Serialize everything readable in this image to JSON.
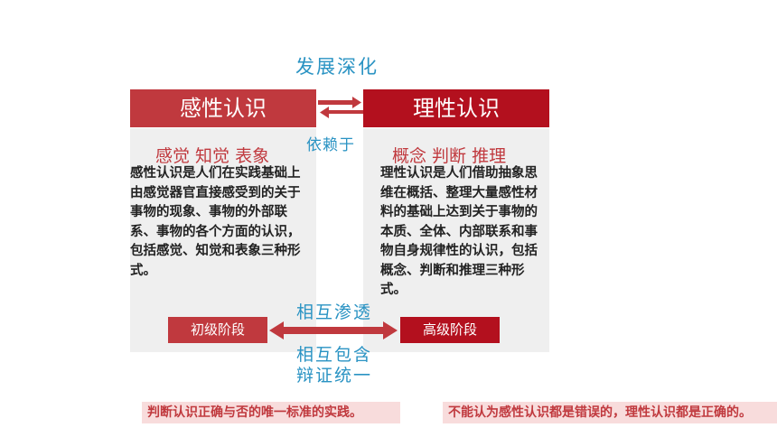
{
  "diagram": {
    "top_label": "发展深化",
    "left_header": "感性认识",
    "right_header": "理性认识",
    "depend_label": "依赖于",
    "left_subtitle": "感觉 知觉 表象",
    "right_subtitle": "概念 判断 推理",
    "left_body": "感性认识是人们在实践基础上由感觉器官直接感受到的关于事物的现象、事物的外部联系、事物的各个方面的认识，包括感觉、知觉和表象三种形式。",
    "right_body": "理性认识是人们借助抽象思维在概括、整理大量感性材料的基础上达到关于事物的本质、全体、内部联系和事物自身规律性的认识，包括概念、判断和推理三种形式。",
    "mutual_penetrate": "相互渗透",
    "mutual_contain": "相互包含",
    "dialectical_unity": "辩证统一",
    "left_stage": "初级阶段",
    "right_stage": "高级阶段"
  },
  "notes": {
    "left": "判断认识正确与否的唯一标准的实践。",
    "right": "不能认为感性认识都是错误的，理性认识都是正确的。"
  },
  "colors": {
    "left_red": "#c0393e",
    "right_red": "#b3101e",
    "blue_text": "#2a93c3",
    "panel_gray": "#efefef",
    "note_bg": "#f8dcdc"
  }
}
